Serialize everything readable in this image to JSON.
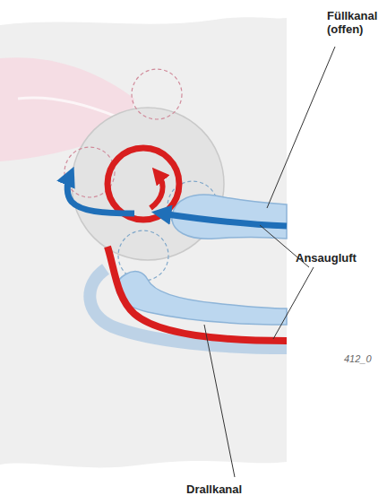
{
  "diagram": {
    "labels": [
      "Füllkanal (offen)",
      "Ansaugluft",
      "Drallkanal",
      "412_0"
    ]
  }
}
